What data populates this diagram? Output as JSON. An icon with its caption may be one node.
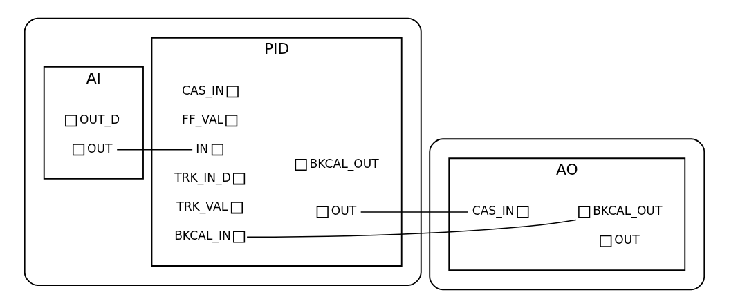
{
  "diagram": {
    "nodes": [
      {
        "text": [],
        "shape": "ellipse"
      },
      {
        "text": [
          "AI"
        ],
        "in": 0
      },
      {
        "text": [],
        "shape": "box",
        "beside": [
          "OUT_D"
        ],
        "in": 1
      },
      {
        "text": [],
        "shape": "box",
        "beside": [
          "OUT"
        ],
        "in": 1
      },
      {
        "text": [
          "PID"
        ],
        "in": 0
      },
      {
        "text": [],
        "shape": "box",
        "beside": [
          "BKCAL_IN"
        ],
        "in": 4
      },
      {
        "text": [],
        "shape": "box",
        "beside": [
          "CAS_IN"
        ],
        "in": 4
      },
      {
        "text": [],
        "shape": "box",
        "beside": [
          "FF_VAL"
        ],
        "in": 4
      },
      {
        "text": [],
        "shape": "box",
        "beside": [
          "IN"
        ],
        "in": 4
      },
      {
        "text": [],
        "shape": "box",
        "beside": [
          "TRK_IN_D"
        ],
        "in": 4
      },
      {
        "text": [],
        "shape": "box",
        "beside": [
          "TRK_VAL"
        ],
        "in": 4
      },
      {
        "text": [],
        "shape": "box",
        "beside": [
          "BKCAL_OUT"
        ],
        "in": 4
      },
      {
        "text": [],
        "shape": "box",
        "beside": [
          "OUT"
        ],
        "in": 4
      },
      {
        "text": [],
        "shape": "ellipse"
      },
      {
        "text": [
          "AO"
        ],
        "in": 13
      },
      {
        "text": [],
        "shape": "box",
        "beside": [
          "CAS_IN"
        ],
        "in": 14
      },
      {
        "text": [],
        "shape": "box",
        "beside": [
          "BKCAL_OUT"
        ],
        "in": 14
      },
      {
        "text": [],
        "shape": "box",
        "beside": [
          "OUT"
        ],
        "in": 14
      }
    ],
    "edges": [
      {
        "from": 3,
        "to": 8,
        "arrow": "none"
      },
      {
        "from": 12,
        "to": 15,
        "arrow": "none"
      },
      {
        "from": 16,
        "to": 5,
        "arrow": "none"
      }
    ]
  }
}
